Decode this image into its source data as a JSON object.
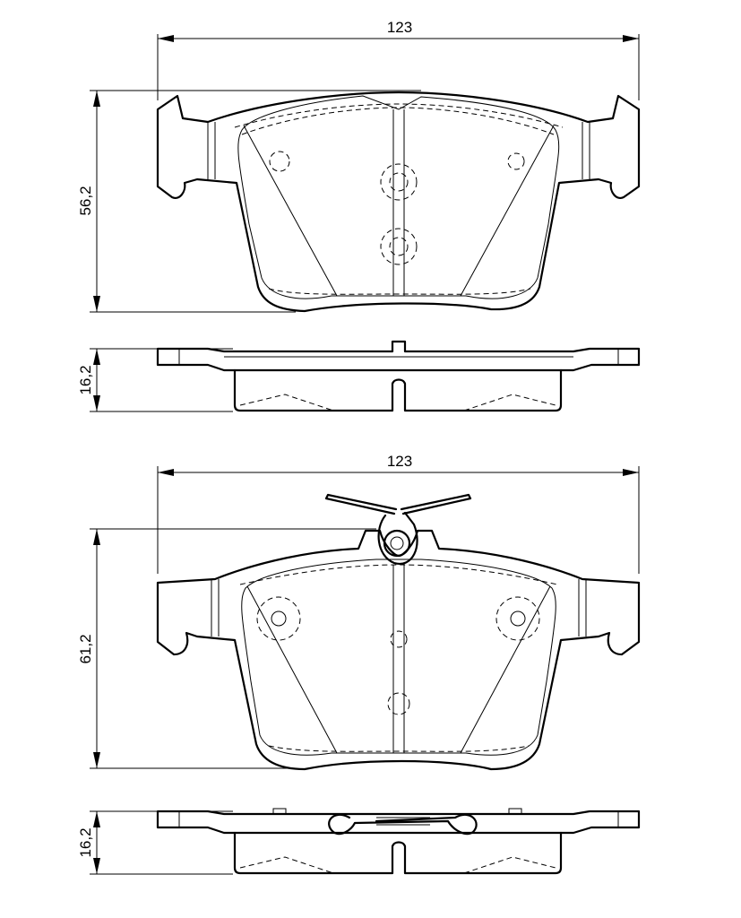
{
  "dimensions": {
    "top_pad_width": "123",
    "top_pad_height": "56,2",
    "top_pad_thickness": "16,2",
    "bottom_pad_width": "123",
    "bottom_pad_height": "61,2",
    "bottom_pad_thickness": "16,2"
  }
}
